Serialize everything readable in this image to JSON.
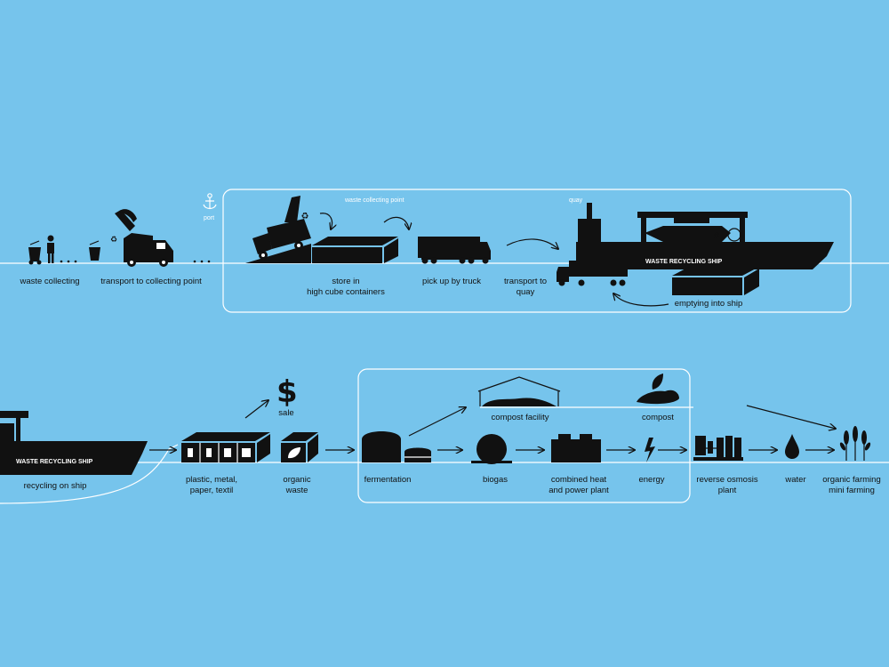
{
  "top_row": {
    "step1": "waste collecting",
    "step2": "transport to collecting point",
    "port": "port",
    "waste_point": "waste collecting point",
    "quay": "quay",
    "step3_l1": "store in",
    "step3_l2": "high cube containers",
    "step4": "pick up by truck",
    "step5_l1": "transport to",
    "step5_l2": "quay",
    "ship_name": "WASTE RECYCLING SHIP",
    "step6": "emptying into ship"
  },
  "bottom_row": {
    "ship_name": "WASTE RECYCLING SHIP",
    "recycling": "recycling on ship",
    "plastic_l1": "plastic, metal,",
    "plastic_l2": "paper, textil",
    "sale": "sale",
    "organic_l1": "organic",
    "organic_l2": "waste",
    "compost_facility": "compost facility",
    "compost": "compost",
    "fermentation": "fermentation",
    "biogas": "biogas",
    "chp_l1": "combined heat",
    "chp_l2": "and power plant",
    "energy": "energy",
    "ro_l1": "reverse osmosis",
    "ro_l2": "plant",
    "water": "water",
    "farming_l1": "organic farming",
    "farming_l2": "mini farming"
  },
  "colors": {
    "background": "#76c4ec",
    "ink": "#111111",
    "line": "#ffffff"
  }
}
